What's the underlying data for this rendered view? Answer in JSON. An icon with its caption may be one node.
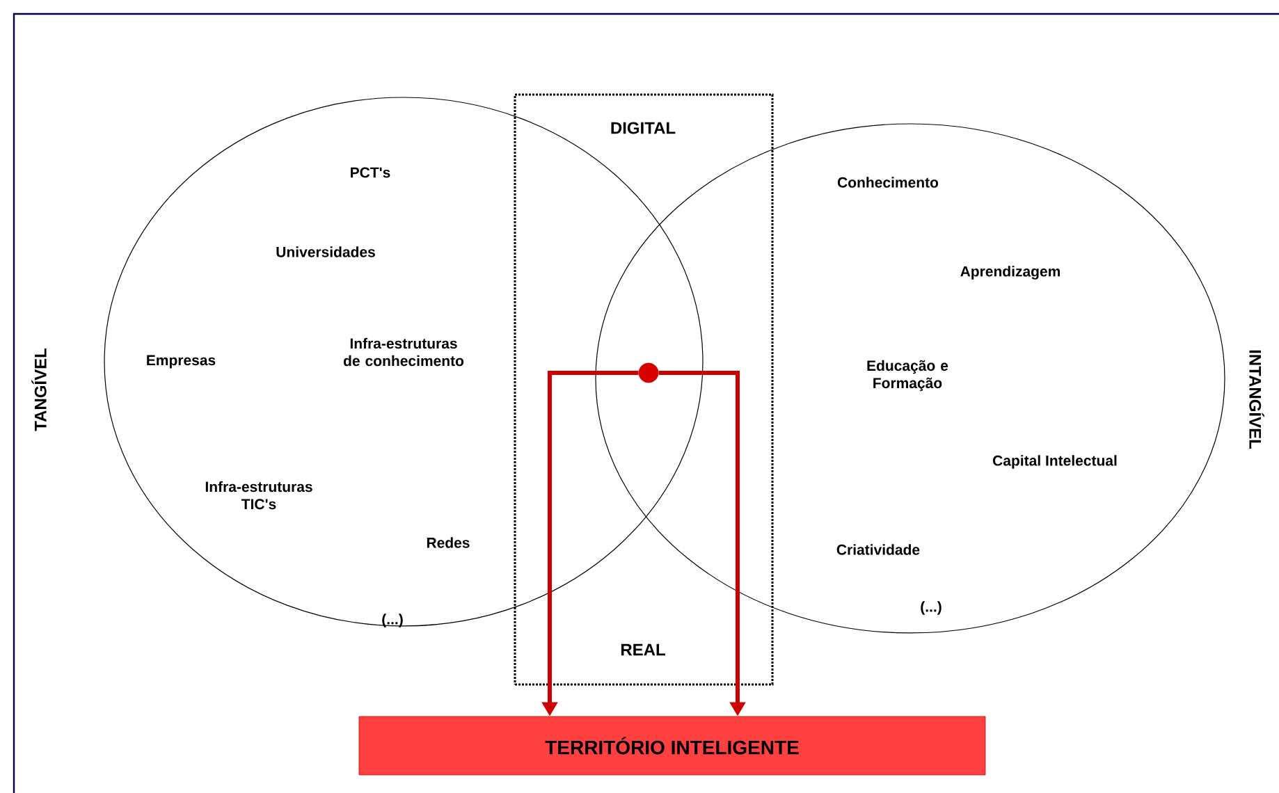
{
  "diagram": {
    "nodes": [
      {
        "text": [
          "DIGITAL",
          "REAL"
        ]
      },
      {
        "text": [],
        "shape": "circle",
        "in": 0
      },
      {
        "text": [
          "TERRITÓRIO INTELIGENTE"
        ]
      }
    ],
    "edges": [
      {
        "from": 1,
        "to": 2,
        "arrow": "to"
      },
      {
        "from": 1,
        "to": 2,
        "arrow": "to"
      }
    ],
    "labels": [
      "TANGÍVEL",
      "PCT's",
      "Universidades",
      "Empresas",
      "Infra-estruturas de conhecimento",
      "Infra-estruturas TIC's",
      "Redes",
      "(...)",
      "Conhecimento",
      "Aprendizagem",
      "Educação e Formação",
      "Capital Intelectual",
      "Criatividade",
      "(...)",
      "INTANGÍVEL"
    ]
  }
}
